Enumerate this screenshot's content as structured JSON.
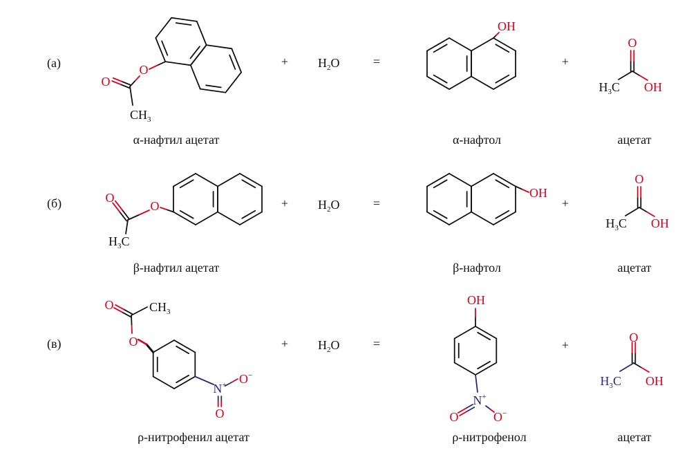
{
  "colors": {
    "black": "#111111",
    "oxygen": "#e0001a",
    "nitrogen": "#2a2878"
  },
  "reactions": [
    {
      "label": "(а)",
      "plus1": "+",
      "equals": "=",
      "plus2": "+",
      "water": {
        "h": "H",
        "sub": "2",
        "o": "O"
      },
      "reactant": {
        "name": "α-нафтил ацетат",
        "o_ester": "O",
        "o_carbonyl": "O",
        "ch": "CH",
        "ch_sub": "3"
      },
      "product": {
        "name": "α-нафтол",
        "oh": "OH"
      },
      "acid": {
        "name": "ацетат",
        "o": "O",
        "h": "H",
        "h_sub": "3",
        "c": "C",
        "oh": "OH"
      }
    },
    {
      "label": "(б)",
      "plus1": "+",
      "equals": "=",
      "plus2": "+",
      "water": {
        "h": "H",
        "sub": "2",
        "o": "O"
      },
      "reactant": {
        "name": "β-нафтил ацетат",
        "o_ester": "O",
        "o_carbonyl": "O",
        "h": "H",
        "h_sub": "3",
        "c": "C"
      },
      "product": {
        "name": "β-нафтол",
        "oh": "OH"
      },
      "acid": {
        "name": "ацетат",
        "o": "O",
        "h": "H",
        "h_sub": "3",
        "c": "C",
        "oh": "OH"
      }
    },
    {
      "label": "(в)",
      "plus1": "+",
      "equals": "=",
      "plus2": "+",
      "water": {
        "h": "H",
        "sub": "2",
        "o": "O"
      },
      "reactant": {
        "name": "ρ-нитрофенил ацетат",
        "o_ester": "O",
        "o_carbonyl": "O",
        "ch": "CH",
        "ch_sub": "3",
        "n": "N",
        "n_charge": "+",
        "o_minus": "O",
        "o_minus_charge": "−",
        "o_nitro": "O"
      },
      "product": {
        "name": "ρ-нитрофенол",
        "oh": "OH",
        "n": "N",
        "n_charge": "+",
        "o_minus": "O",
        "o_minus_charge": "−",
        "o_nitro": "O"
      },
      "acid": {
        "name": "ацетат",
        "o": "O",
        "h": "H",
        "h_sub": "3",
        "c": "C",
        "oh": "OH"
      }
    }
  ]
}
